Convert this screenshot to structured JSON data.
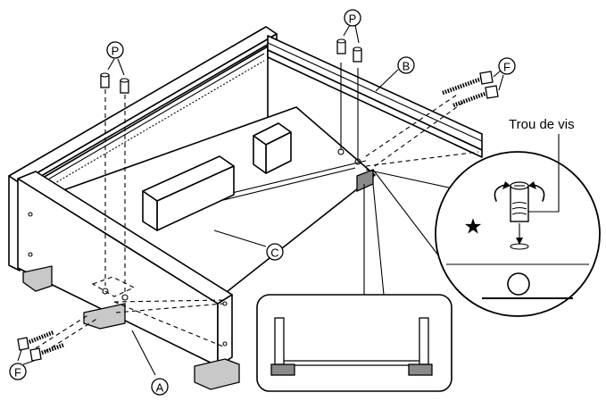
{
  "labels": {
    "part_a": "A",
    "part_b": "B",
    "part_c": "C",
    "part_f_right": "F",
    "part_f_left": "F",
    "part_p_left": "P",
    "part_p_right": "P"
  },
  "caption_screw_hole": "Trou de vis",
  "star_symbol": "★",
  "colors": {
    "line": "#000000",
    "foot_fill": "#c8c8c8",
    "foot_dark": "#8a8a8a",
    "background": "#ffffff"
  }
}
